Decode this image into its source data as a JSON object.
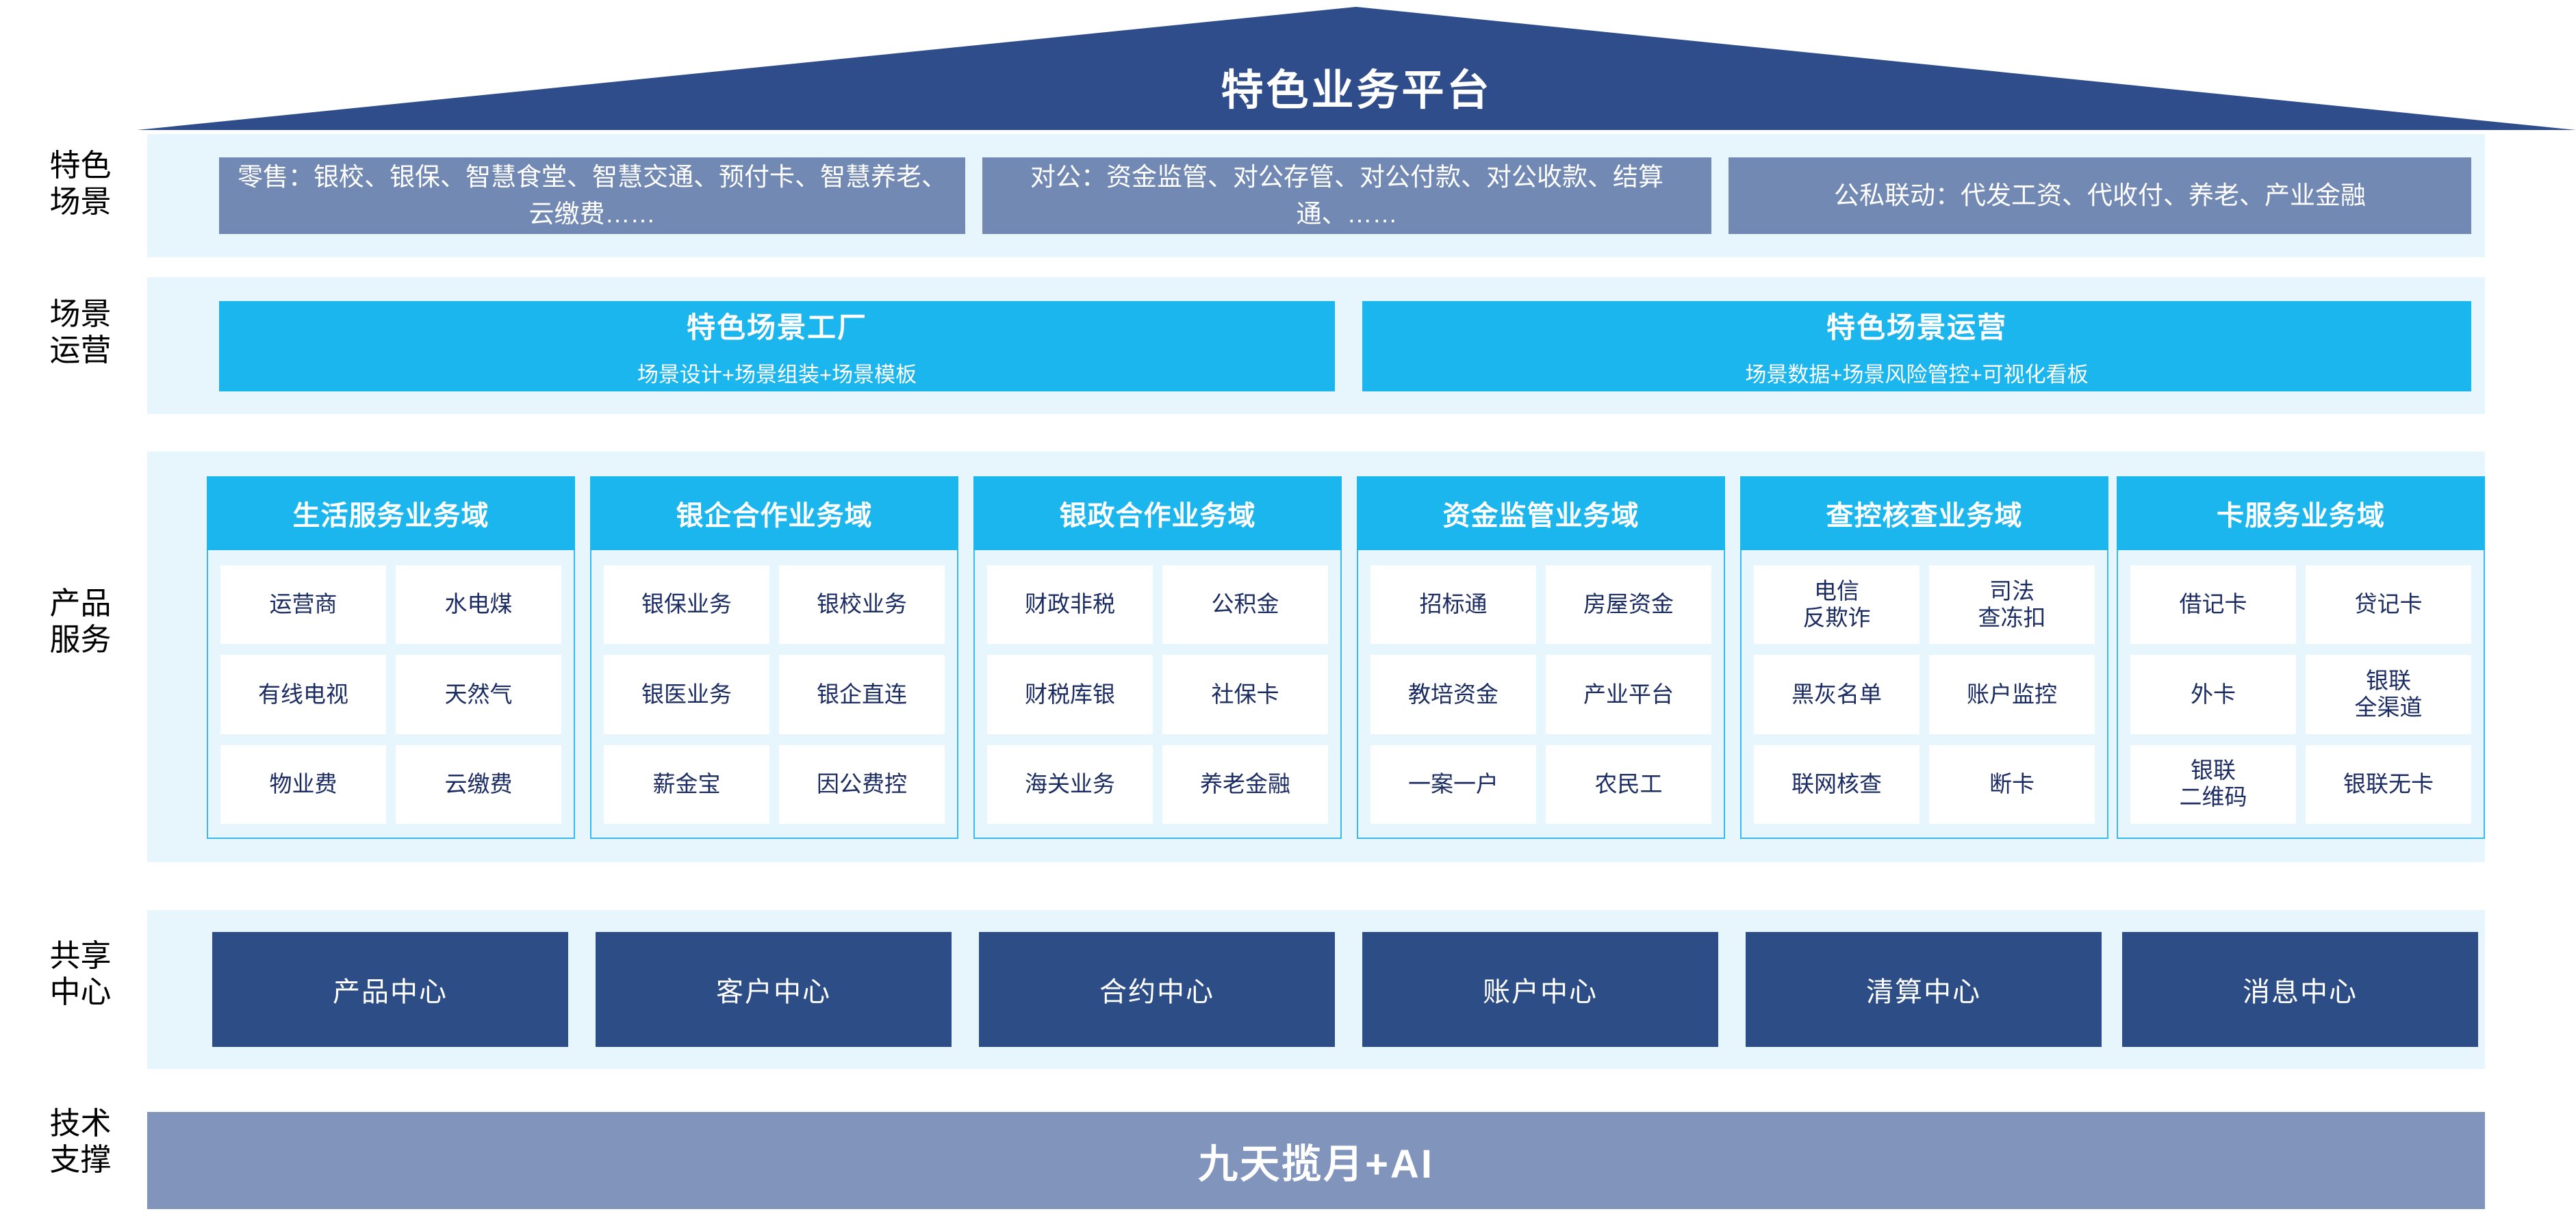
{
  "title": "特色业务平台",
  "colors": {
    "roof": "#2f4d8a",
    "band": "#e7f6fd",
    "scene_box": "#7289b4",
    "cyan": "#1cb6ef",
    "cyan_border": "#39b9ef",
    "navy": "#2d4d86",
    "slate": "#8194bb",
    "cell_text": "#1b2c63"
  },
  "rows": [
    {
      "label": "特色\n场景"
    },
    {
      "label": "场景\n运营"
    },
    {
      "label": "产品\n服务"
    },
    {
      "label": "共享\n中心"
    },
    {
      "label": "技术\n支撑"
    }
  ],
  "scenes": [
    {
      "text": "零售：银校、银保、智慧食堂、智慧交通、预付卡、智慧养老、云缴费……"
    },
    {
      "text": "对公：资金监管、对公存管、对公付款、对公收款、结算通、……"
    },
    {
      "text": "公私联动：代发工资、代收付、养老、产业金融"
    }
  ],
  "operations": [
    {
      "title": "特色场景工厂",
      "subtitle": "场景设计+场景组装+场景模板"
    },
    {
      "title": "特色场景运营",
      "subtitle": "场景数据+场景风险管控+可视化看板"
    }
  ],
  "domains": [
    {
      "header": "生活服务业务域",
      "items": [
        "运营商",
        "水电煤",
        "有线电视",
        "天然气",
        "物业费",
        "云缴费"
      ]
    },
    {
      "header": "银企合作业务域",
      "items": [
        "银保业务",
        "银校业务",
        "银医业务",
        "银企直连",
        "薪金宝",
        "因公费控"
      ]
    },
    {
      "header": "银政合作业务域",
      "items": [
        "财政非税",
        "公积金",
        "财税库银",
        "社保卡",
        "海关业务",
        "养老金融"
      ]
    },
    {
      "header": "资金监管业务域",
      "items": [
        "招标通",
        "房屋资金",
        "教培资金",
        "产业平台",
        "一案一户",
        "农民工"
      ]
    },
    {
      "header": "查控核查业务域",
      "items": [
        "电信\n反欺诈",
        "司法\n查冻扣",
        "黑灰名单",
        "账户监控",
        "联网核查",
        "断卡"
      ]
    },
    {
      "header": "卡服务业务域",
      "items": [
        "借记卡",
        "贷记卡",
        "外卡",
        "银联\n全渠道",
        "银联\n二维码",
        "银联无卡"
      ]
    }
  ],
  "centers": [
    "产品中心",
    "客户中心",
    "合约中心",
    "账户中心",
    "清算中心",
    "消息中心"
  ],
  "tech_support": "九天揽月+AI"
}
